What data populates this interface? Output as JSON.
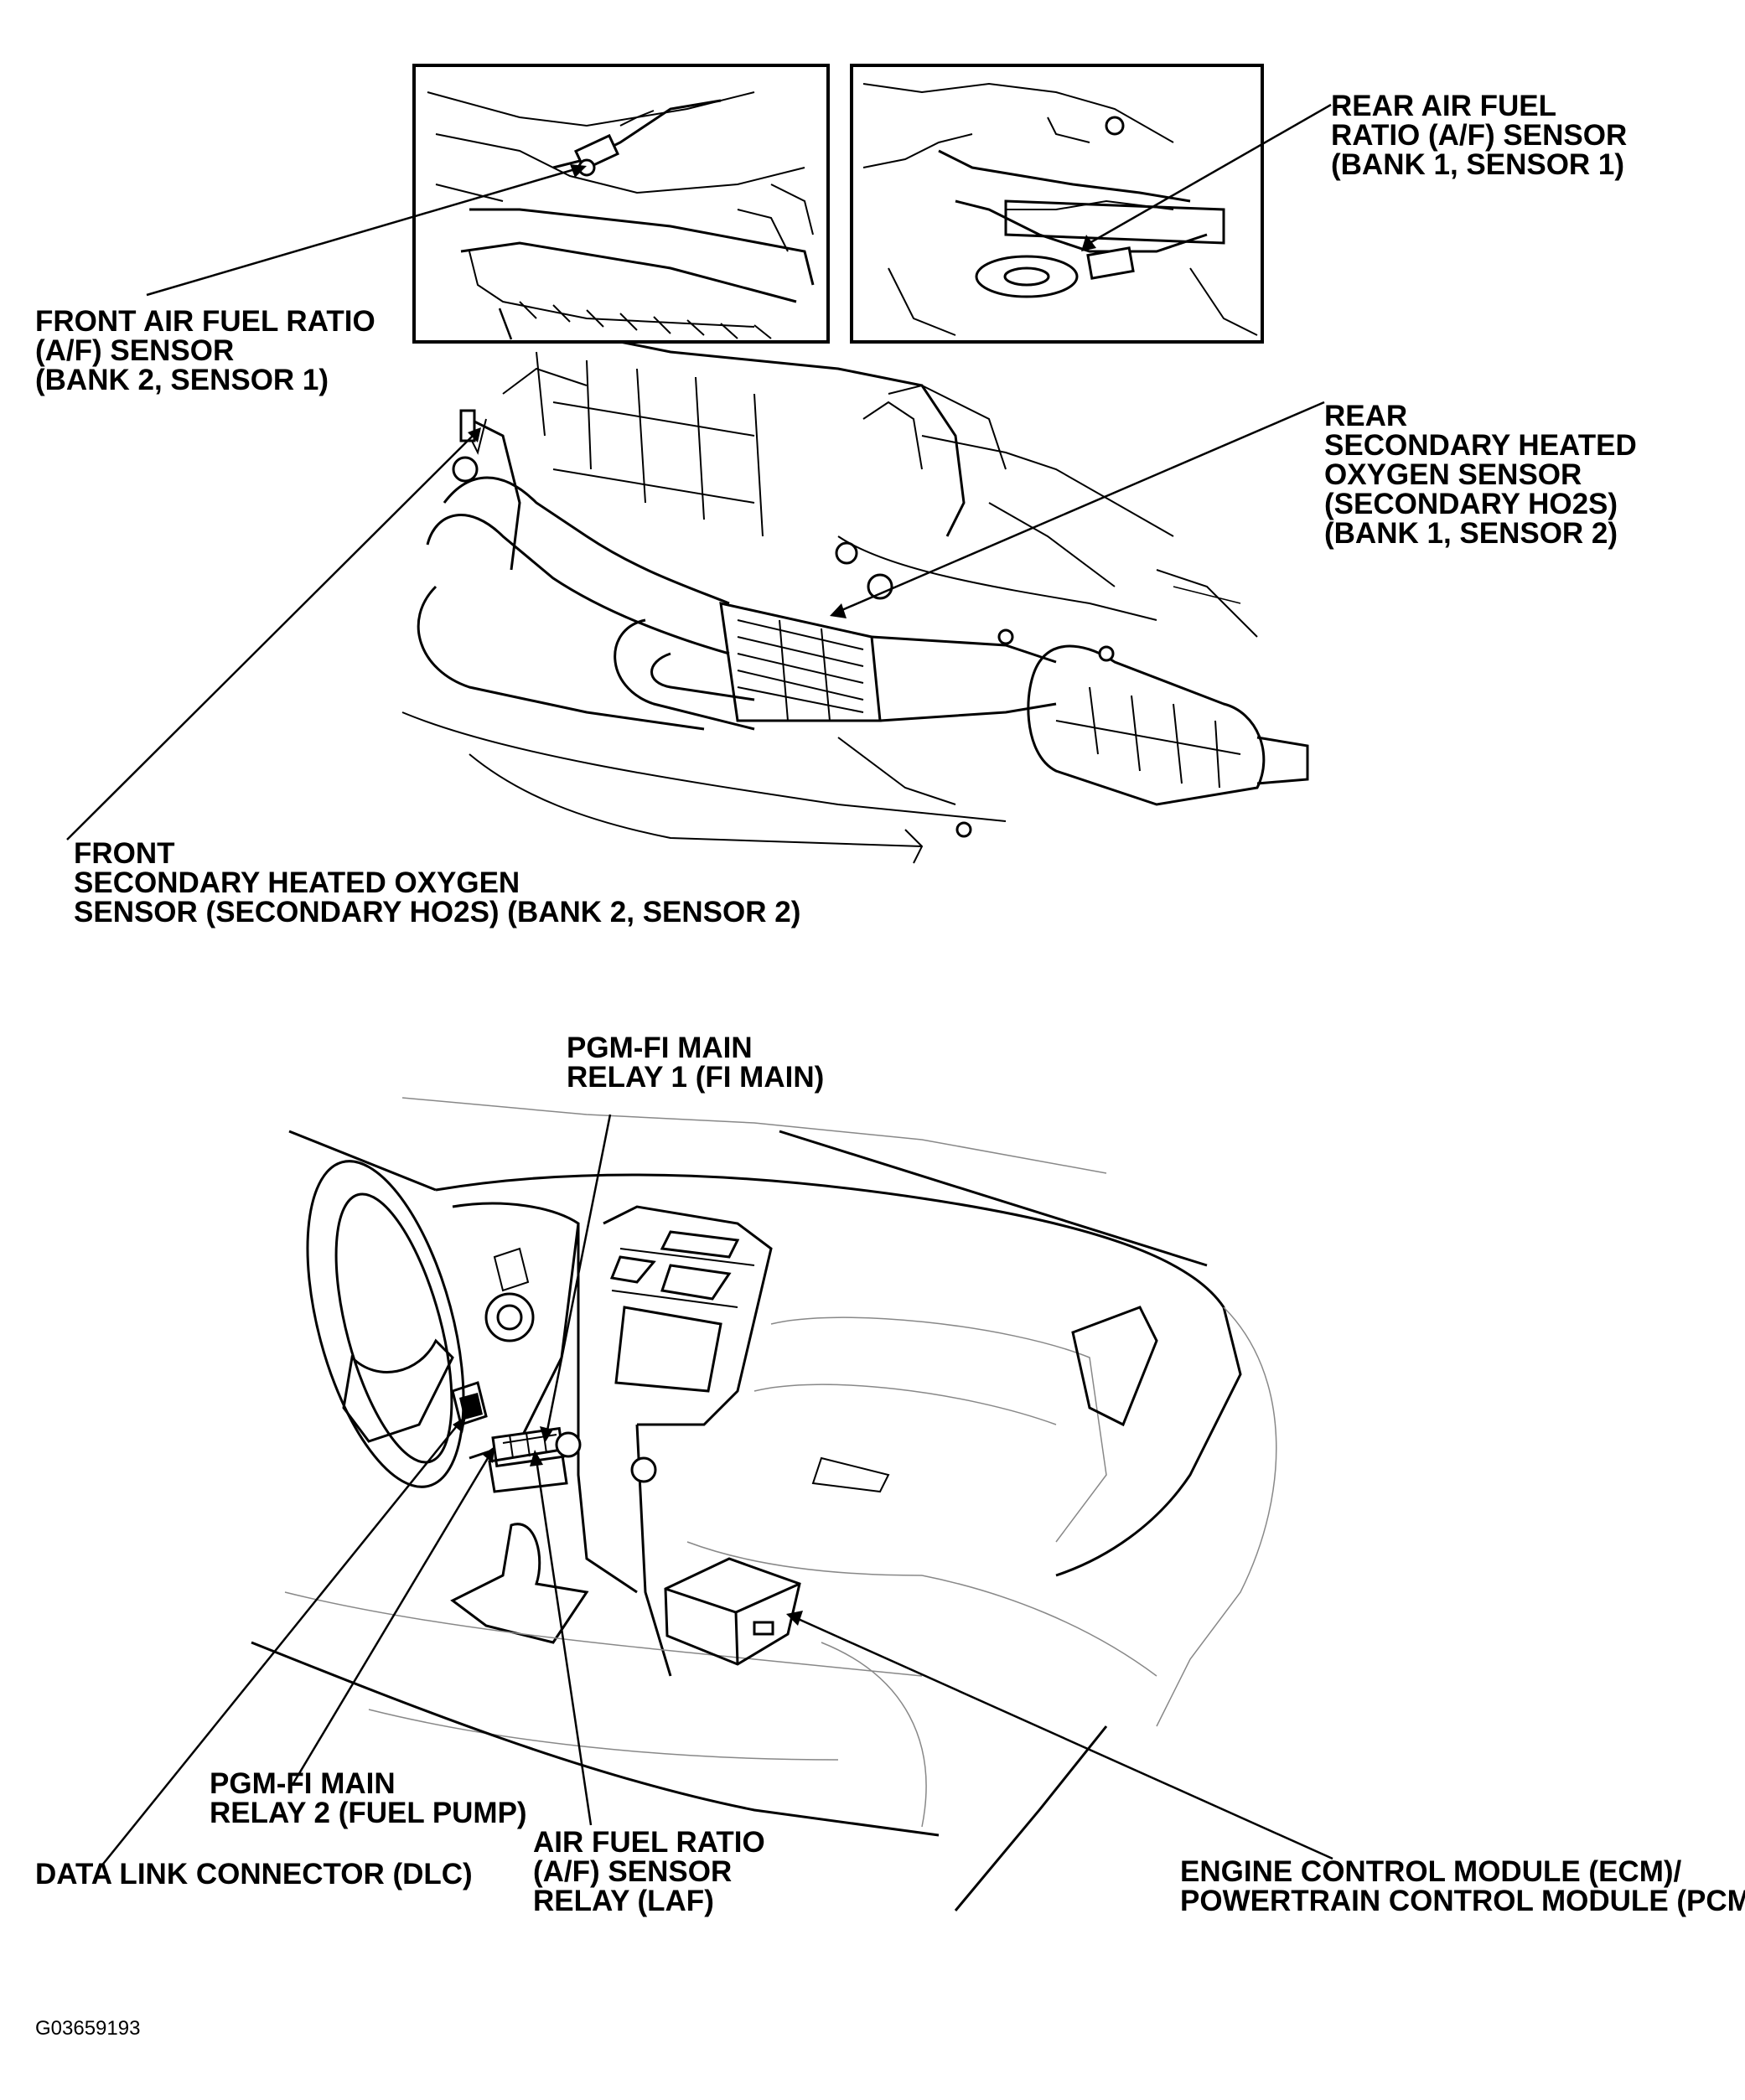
{
  "engine_section": {
    "labels": {
      "front_af_sensor": [
        "FRONT AIR FUEL RATIO",
        "(A/F) SENSOR",
        "(BANK 2, SENSOR 1)"
      ],
      "rear_af_sensor": [
        "REAR AIR FUEL",
        "RATIO (A/F) SENSOR",
        "(BANK 1, SENSOR 1)"
      ],
      "rear_secondary_ho2s": [
        "REAR",
        "SECONDARY HEATED",
        "OXYGEN SENSOR",
        "(SECONDARY HO2S)",
        "(BANK 1, SENSOR 2)"
      ],
      "front_secondary_ho2s": [
        "FRONT",
        "SECONDARY HEATED OXYGEN",
        "SENSOR (SECONDARY HO2S) (BANK 2, SENSOR 2)"
      ]
    }
  },
  "dashboard_section": {
    "labels": {
      "pgm_fi_main_relay_1": [
        "PGM-FI MAIN",
        "RELAY 1 (FI MAIN)"
      ],
      "pgm_fi_main_relay_2": [
        "PGM-FI MAIN",
        "RELAY 2 (FUEL PUMP)"
      ],
      "data_link_connector": [
        "DATA LINK CONNECTOR (DLC)"
      ],
      "af_sensor_relay": [
        "AIR FUEL RATIO",
        "(A/F) SENSOR",
        "RELAY (LAF)"
      ],
      "ecm_pcm": [
        "ENGINE CONTROL MODULE (ECM)/",
        "POWERTRAIN CONTROL MODULE (PCM)"
      ]
    }
  },
  "figure_id": "G03659193"
}
